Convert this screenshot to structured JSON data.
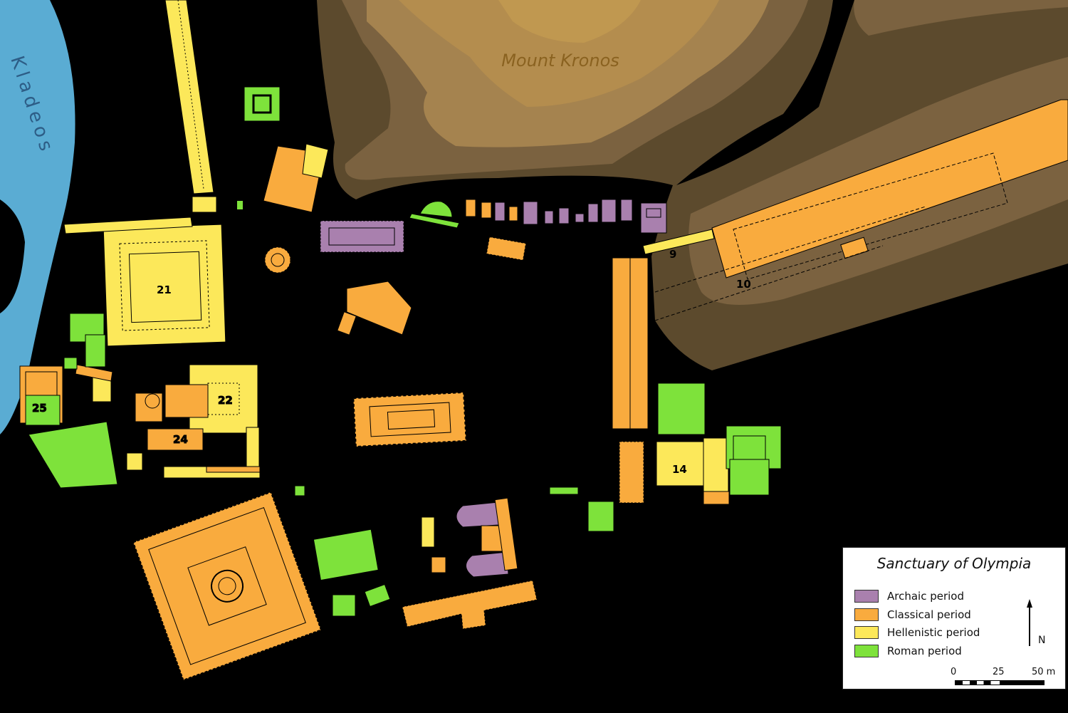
{
  "map": {
    "labels": {
      "mountain": "Mount Kronos",
      "river": "Kladeos"
    },
    "building_numbers": [
      "21",
      "22",
      "24",
      "25",
      "9",
      "10",
      "14"
    ],
    "colors": {
      "archaic": "#a980ae",
      "classical": "#f9ab3e",
      "hellenistic": "#fce85a",
      "roman": "#7ee23b",
      "river": "#5aacd3",
      "hill_dark": "#5c4a2d",
      "hill_mid": "#7b6240",
      "hill_light": "#a5834f",
      "hill_top": "#c09850"
    }
  },
  "legend": {
    "title": "Sanctuary of Olympia",
    "items": [
      {
        "label": "Archaic period",
        "color": "#a980ae"
      },
      {
        "label": "Classical period",
        "color": "#f9ab3e"
      },
      {
        "label": "Hellenistic period",
        "color": "#fce85a"
      },
      {
        "label": "Roman period",
        "color": "#7ee23b"
      }
    ],
    "north_label": "N",
    "scale": [
      "0",
      "25",
      "50 m"
    ]
  }
}
